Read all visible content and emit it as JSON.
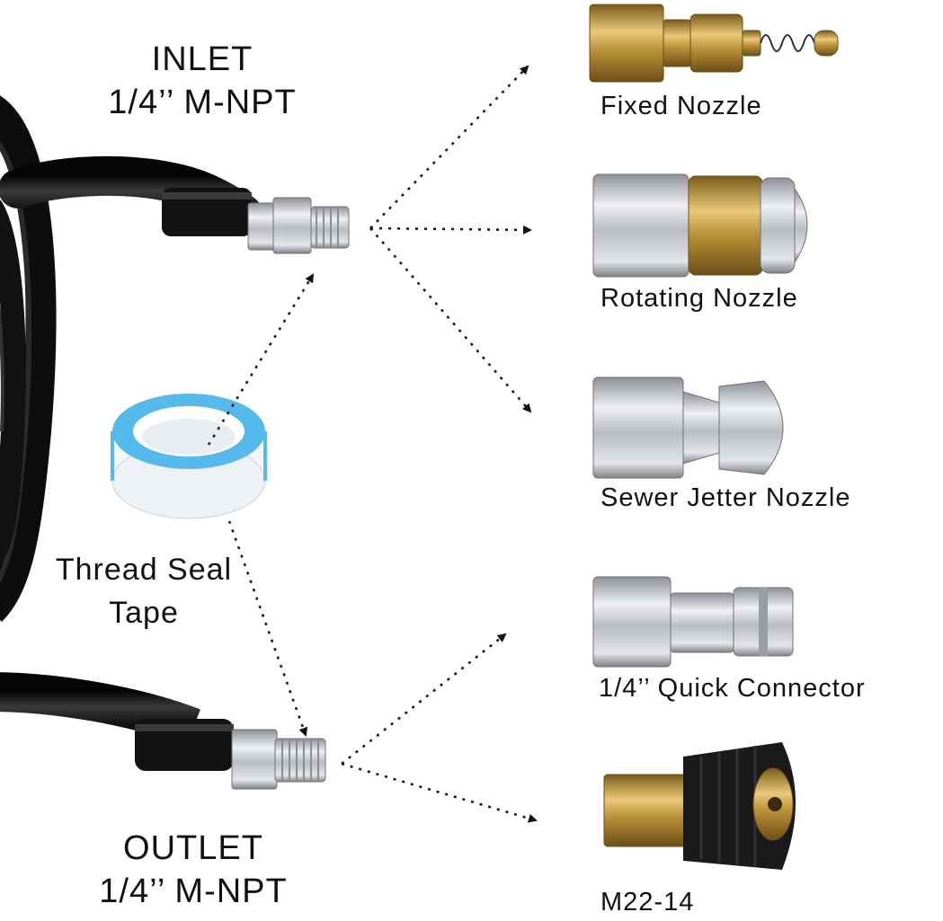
{
  "inlet": {
    "title": "INLET",
    "spec": "1/4’’ M-NPT"
  },
  "outlet": {
    "title": "OUTLET",
    "spec": "1/4’’ M-NPT"
  },
  "tape": {
    "line1": "Thread Seal",
    "line2": "Tape"
  },
  "accessories": [
    {
      "label": "Fixed Nozzle"
    },
    {
      "label": "Rotating Nozzle"
    },
    {
      "label": "Sewer Jetter Nozzle"
    },
    {
      "label": "1/4’’ Quick Connector"
    },
    {
      "label": "M22-14"
    }
  ],
  "colors": {
    "hose": "#151515",
    "steel": "#c9cbcf",
    "brass": "#c7a249",
    "tape": "#49b4e8",
    "arrow": "#111111"
  }
}
